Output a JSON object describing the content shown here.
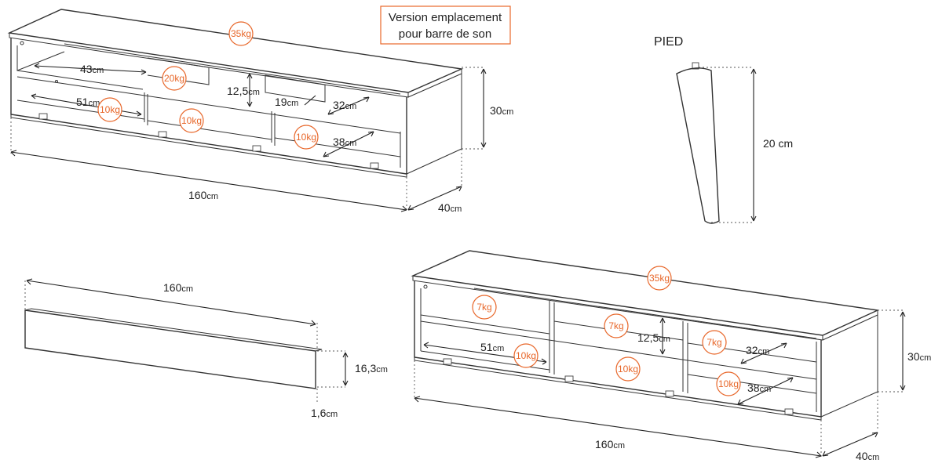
{
  "note": {
    "line1": "Version emplacement",
    "line2": "pour barre de son"
  },
  "foot_title": "PIED",
  "units": {
    "cm": "cm",
    "kg": "kg"
  },
  "top_unit": {
    "load_top": "35",
    "load_drawer": "20",
    "load_shelf_a": "10",
    "load_shelf_b": "10",
    "load_shelf_c": "10",
    "dim_43": "43",
    "dim_12_5": "12,5",
    "dim_19": "19",
    "dim_32": "32",
    "dim_51": "51",
    "dim_38": "38",
    "height": "30",
    "length": "160",
    "depth": "40"
  },
  "foot": {
    "height": "20 cm"
  },
  "panel": {
    "length": "160",
    "height": "16,3",
    "thickness": "1,6"
  },
  "bottom_unit": {
    "load_top": "35",
    "load_upper_a": "7",
    "load_upper_b": "7",
    "load_upper_c": "7",
    "load_lower_a": "10",
    "load_lower_b": "10",
    "load_lower_c": "10",
    "dim_12_5": "12,5",
    "dim_32": "32",
    "dim_51": "51",
    "dim_38": "38",
    "height": "30",
    "length": "160",
    "depth": "40"
  },
  "colors": {
    "accent": "#e8672a",
    "line": "#333333"
  }
}
